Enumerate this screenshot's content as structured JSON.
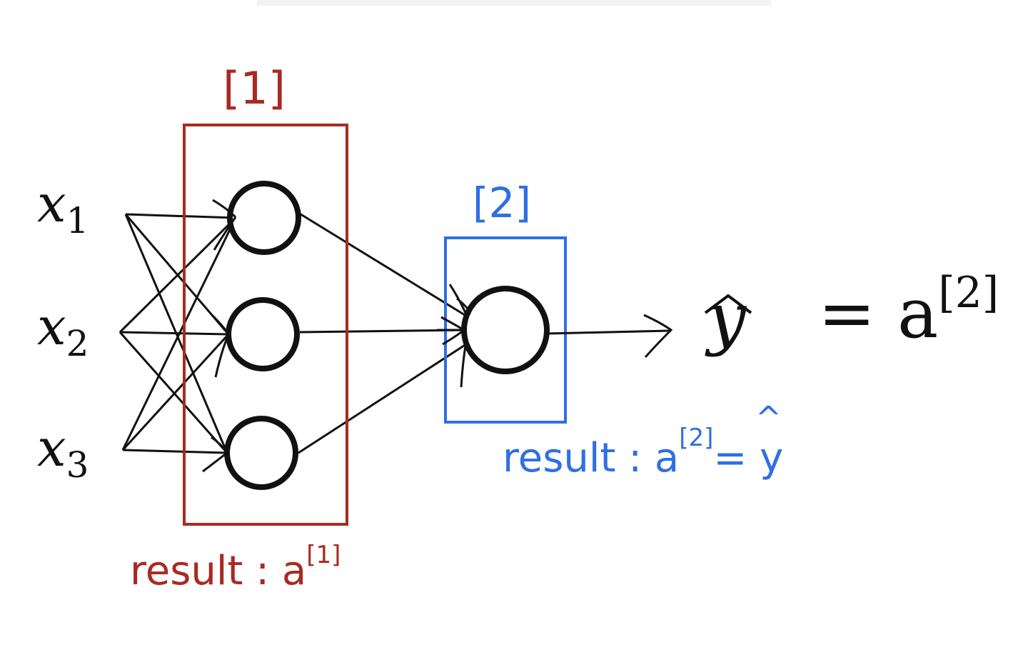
{
  "inputs": [
    {
      "base": "x",
      "sub": "1"
    },
    {
      "base": "x",
      "sub": "2"
    },
    {
      "base": "x",
      "sub": "3"
    }
  ],
  "layer1": {
    "label": "[1]",
    "result_prefix": "result : a",
    "result_superscript": "[1]",
    "color": "#a82a22"
  },
  "layer2": {
    "label": "[2]",
    "result_prefix": "result : a",
    "result_superscript": "[2]",
    "result_suffix": "= y",
    "result_hat": "^",
    "color": "#2f6fe4"
  },
  "output": {
    "symbol": "y",
    "hat": "^",
    "equals": "= a",
    "superscript": "[2]"
  },
  "colors": {
    "ink": "#111111"
  }
}
